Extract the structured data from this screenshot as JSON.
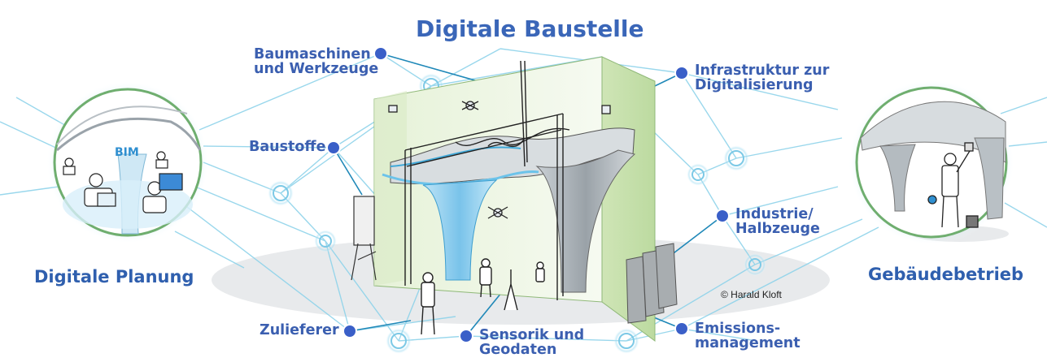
{
  "title": "Digitale Baustelle",
  "left_circle": {
    "title": "Digitale Planung",
    "inner_label": "BIM"
  },
  "right_circle": {
    "title": "Gebäudebetrieb"
  },
  "nodes": {
    "baumaschinen": [
      "Baumaschinen",
      "und Werkzeuge"
    ],
    "baustoffe": "Baustoffe",
    "zulieferer": "Zulieferer",
    "sensorik": [
      "Sensorik und",
      "Geodaten"
    ],
    "infrastruktur": [
      "Infrastruktur zur",
      "Digitalisierung"
    ],
    "industrie": [
      "Industrie/",
      "Halbzeuge"
    ],
    "emissions": [
      "Emissions-",
      "management"
    ]
  },
  "copyright": "© Harald Kloft",
  "colors": {
    "label_blue": "#2f5fae",
    "node_fill": "#3a5fc8",
    "network_line": "#8fd3ea",
    "circle_border": "#6fae6f",
    "glass_green": "#cfe6b8"
  }
}
